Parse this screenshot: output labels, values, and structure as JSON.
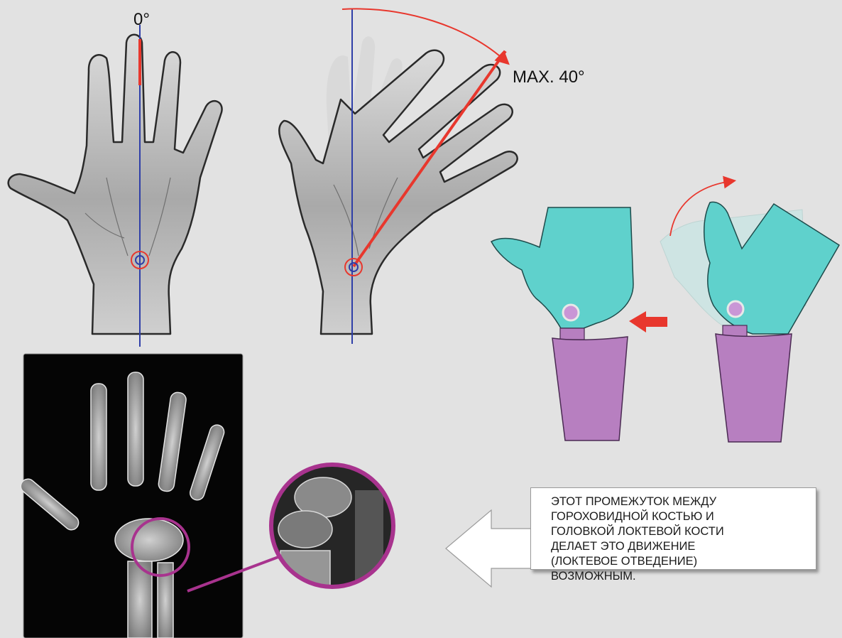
{
  "hand_left": {
    "angle_label": "0°"
  },
  "hand_right": {
    "angle_label": "MAX. 40°"
  },
  "callout": {
    "text": "ЭТОТ ПРОМЕЖУТОК МЕЖДУ\nГОРОХОВИДНОЙ КОСТЬЮ И\nГОЛОВКОЙ ЛОКТЕВОЙ КОСТИ\nДЕЛАЕТ ЭТО ДВИЖЕНИЕ\n(ЛОКТЕВОЕ ОТВЕДЕНИЕ)\nВОЗМОЖНЫМ."
  },
  "colors": {
    "background": "#e2e2e2",
    "axis_blue": "#2f3fa8",
    "indicator_red": "#e8372d",
    "hand_bone": "#5fd1cc",
    "forearm_bone": "#b77fc0",
    "pivot": "#c996d6",
    "zoom_ring": "#a8338e",
    "xray_bg": "#050505"
  }
}
